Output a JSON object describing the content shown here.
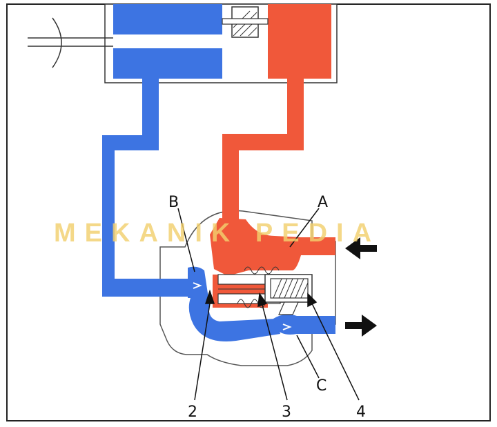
{
  "labels": {
    "a": "A",
    "b": "B",
    "c": "C",
    "n2": "2",
    "n3": "3",
    "n4": "4"
  },
  "watermark": "MEKANIK PEDIA",
  "colors": {
    "high_pressure": "#f0583a",
    "low_pressure": "#3d74e2",
    "outline": "#333333",
    "watermark": "#f2cf6e"
  },
  "flow": {
    "inlet": "arrow-left-into-port-A",
    "outlet": "arrow-right-out-of-port-C"
  }
}
